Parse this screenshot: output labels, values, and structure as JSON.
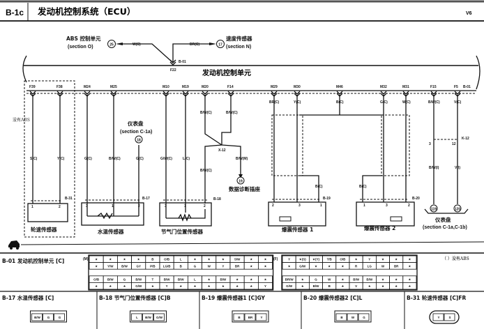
{
  "header": {
    "code": "B-1c",
    "title": "发动机控制系统（ECU）",
    "variant": "V6"
  },
  "top": {
    "abs": {
      "name": "ABS 控制单元",
      "section": "(section O)",
      "circle": "25",
      "wire": "W(C)"
    },
    "speed": {
      "name": "速度传感器",
      "section": "(section N)",
      "circle": "17",
      "wire": "BR(C)"
    },
    "conn": "B-01",
    "pin": "F22"
  },
  "ecu": {
    "label": "发动机控制单元",
    "conn": "B-01",
    "pins": [
      "F39",
      "F38",
      "M24",
      "M25",
      "M10",
      "M19",
      "M20",
      "F14",
      "M29",
      "M30",
      "M46",
      "M32",
      "M31",
      "F15",
      "F5"
    ]
  },
  "no_abs": "没有ABS",
  "wires": {
    "f39": "S(C)",
    "f38": "Y(C)",
    "m24": "G(C)",
    "m25": "B/W(C)",
    "gauge": "G(C)",
    "m10": "G/W(C)",
    "m19": "L(C)",
    "m20": "B/W(C)",
    "f14": "B/W(C)",
    "b18_2": "B/W(C)",
    "diag": "B/W(M)",
    "m29": "BR(C)",
    "m30": "Y(C)",
    "m46": "B(C)",
    "m32": "G(C)",
    "m31": "W(C)",
    "k1_1": "B(C)",
    "k2_1": "B(C)",
    "f15": "B/W(C)",
    "f5": "V(C)",
    "f15b": "B/W(I)",
    "f5b": "V(I)"
  },
  "gauge18": {
    "name": "仪表盘",
    "section": "(section C-1a)",
    "circle": "18"
  },
  "junction": {
    "x12": "X-12",
    "k12": "K-12",
    "k12_pins": [
      "3",
      "12"
    ]
  },
  "diag": {
    "circle": "19",
    "name": "数据诊断插座"
  },
  "cluster": {
    "c1": "119",
    "c2": "120",
    "name": "仪表盘",
    "section": "(section C-1a,C-1b)"
  },
  "sensors": {
    "wheel": {
      "conn": "B-31",
      "name": "轮速传感器",
      "pins": [
        "1",
        "2"
      ]
    },
    "water": {
      "conn": "B-17",
      "name": "水温传感器",
      "pins": [
        "3",
        "1",
        "2"
      ]
    },
    "tps": {
      "conn": "B-18",
      "name": "节气门位置传感器",
      "pins": [
        "3",
        "1",
        "2"
      ]
    },
    "knock1": {
      "conn": "B-19",
      "name": "爆震传感器 1",
      "pins": [
        "2",
        "3",
        "1"
      ]
    },
    "knock2": {
      "conn": "B-20",
      "name": "爆震传感器 2",
      "pins": [
        "1",
        "3",
        "2"
      ]
    }
  },
  "b01": {
    "title": "B-01 发动机控制单元 [C]",
    "m_label": "(M)",
    "f_label": "(F)",
    "legend": "（  ）没有ABS",
    "m_rows": [
      [
        "★",
        "★",
        "★",
        "★",
        "B",
        "O/B",
        "L",
        "★",
        "★",
        "★",
        "S/W",
        "★",
        "★"
      ],
      [
        "★",
        "Y/W",
        "B/W",
        "GY",
        "P/B",
        "LG/B",
        "B",
        "G",
        "W",
        "Y",
        "BR",
        "★",
        "★"
      ],
      [
        "O/B",
        "B/W",
        "G",
        "B/W",
        "T",
        "B/W",
        "B/W",
        "L",
        "★",
        "B/W",
        "★",
        "★",
        "★"
      ],
      [
        "★",
        "★",
        "★",
        "G/W",
        "★",
        "Y",
        "★",
        "★",
        "★",
        "★",
        "★",
        "★",
        "Y"
      ]
    ],
    "f_rows": [
      [
        "Y",
        "★(S)",
        "★(Y)",
        "T/B",
        "O/B",
        "★",
        "Y",
        "★",
        "★",
        "★"
      ],
      [
        "★",
        "G/W",
        "★",
        "★",
        "★",
        "R",
        "LG",
        "W",
        "BR",
        "★"
      ],
      [
        "BR/W",
        "★",
        "G",
        "W",
        "★",
        "B/W",
        "B/W",
        "★",
        "★",
        "★"
      ],
      [
        "G/W",
        "★",
        "B/W",
        "B",
        "★",
        "V",
        "★",
        "★",
        "★",
        "★"
      ]
    ]
  },
  "connectors": [
    {
      "title": "B-17 水温传感器 [C]",
      "cells": [
        "B/W",
        "G",
        "G"
      ]
    },
    {
      "title": "B-18 节气门位置传感器 [C]B",
      "cells": [
        "L",
        "B/W",
        "G/W"
      ]
    },
    {
      "title": "B-19 爆震传感器1 [C]GY",
      "cells": [
        "B",
        "BR",
        "Y"
      ]
    },
    {
      "title": "B-20 爆震传感器2 [C]L",
      "cells": [
        "B",
        "W",
        "G"
      ]
    },
    {
      "title": "B-31 轮速传感器 [C]FR",
      "cells": [
        "Y",
        "S"
      ]
    }
  ]
}
